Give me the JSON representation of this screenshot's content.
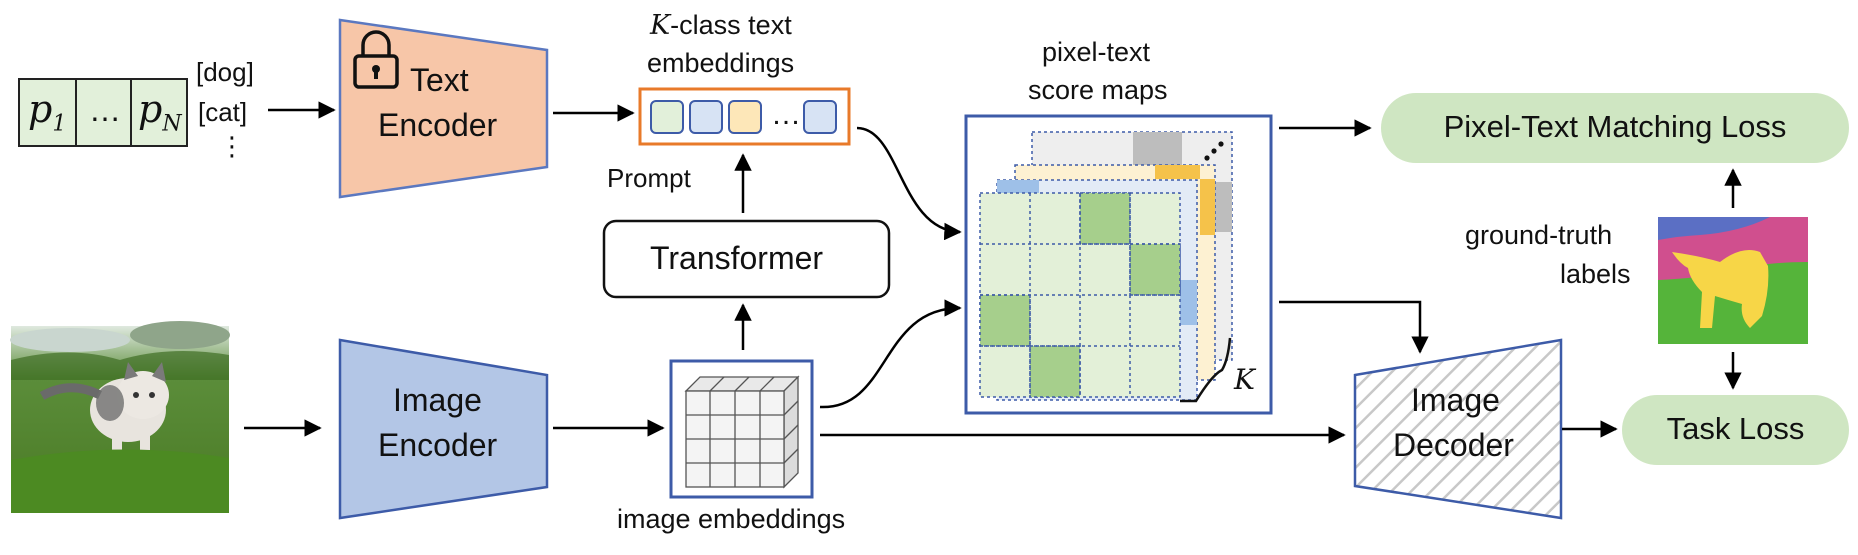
{
  "prompt_tokens": {
    "p1": "p",
    "p1_sub": "1",
    "dots": "…",
    "pN": "p",
    "pN_sub": "N"
  },
  "class_names": [
    "[dog]",
    "[cat]",
    "⋮"
  ],
  "text_encoder": {
    "line1": "Text",
    "line2": "Encoder",
    "lock_icon": "lock-icon"
  },
  "image_encoder": {
    "line1": "Image",
    "line2": "Encoder"
  },
  "image_decoder": {
    "line1": "Image",
    "line2": "Decoder"
  },
  "text_embeddings": {
    "k_symbol": "K",
    "title_rest": "-class text",
    "title_line2": "embeddings",
    "dots": "…"
  },
  "prompt_label": "Prompt",
  "transformer_label": "Transformer",
  "image_embeddings_label": "image embeddings",
  "score_maps": {
    "line1": "pixel-text",
    "line2": "score maps",
    "k_symbol": "K"
  },
  "losses": {
    "pixel_text": "Pixel-Text Matching Loss",
    "task": "Task Loss"
  },
  "ground_truth": {
    "line1": "ground-truth",
    "line2": "labels"
  },
  "colors": {
    "text_encoder_fill": "#f7c6a8",
    "text_encoder_stroke": "#5b78c0",
    "image_encoder_fill": "#b3c6e6",
    "image_encoder_stroke": "#3d5ba8",
    "embed_box_stroke": "#e87a2a",
    "score_box_stroke": "#3d5ba8",
    "loss_fill": "#cfe6c2",
    "grid_light": "#e3f0d8",
    "grid_dark": "#a6cf8c",
    "token_fill": "#e2f0da"
  }
}
